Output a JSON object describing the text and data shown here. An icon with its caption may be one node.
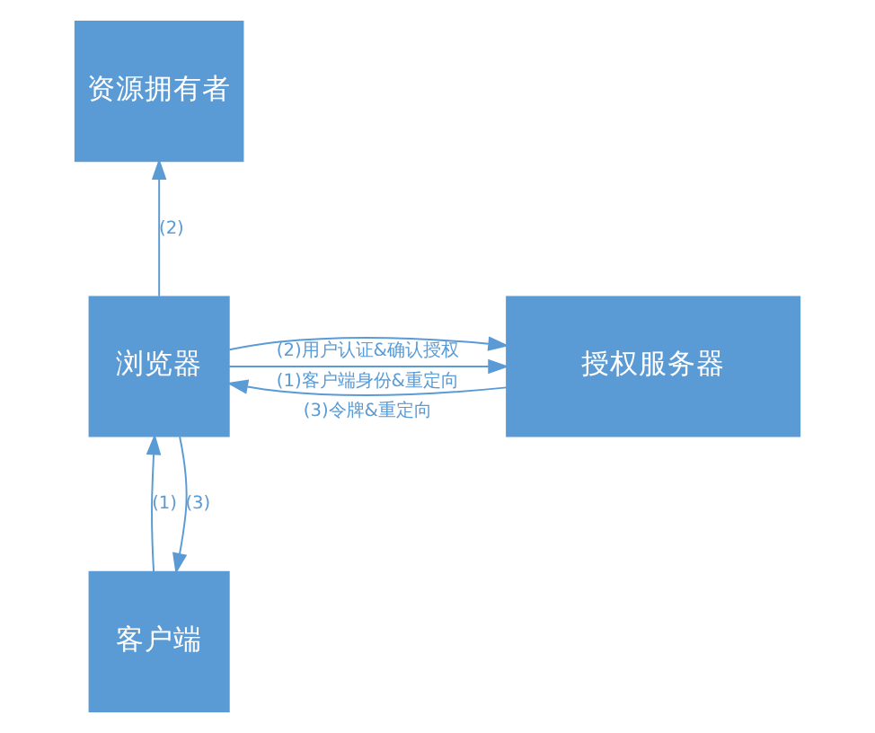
{
  "diagram": {
    "nodes": [
      {
        "text": [
          "资源拥有者"
        ]
      },
      {
        "text": [
          "浏览器"
        ]
      },
      {
        "text": [
          "授权服务器"
        ]
      },
      {
        "text": [
          "客户端"
        ]
      }
    ],
    "edges": [
      {
        "from": 1,
        "to": 0,
        "arrow": "to",
        "label": "(2)"
      },
      {
        "from": 1,
        "to": 2,
        "arrow": "to",
        "label": "(1)客户端身份&重定向"
      },
      {
        "from": 1,
        "to": 2,
        "arrow": "to",
        "label": "(2)用户认证&确认授权"
      },
      {
        "from": 2,
        "to": 1,
        "arrow": "to",
        "label": "(3)令牌&重定向"
      },
      {
        "from": 3,
        "to": 1,
        "arrow": "to",
        "label": "(1)"
      },
      {
        "from": 1,
        "to": 3,
        "arrow": "to",
        "label": "(3)"
      }
    ]
  }
}
